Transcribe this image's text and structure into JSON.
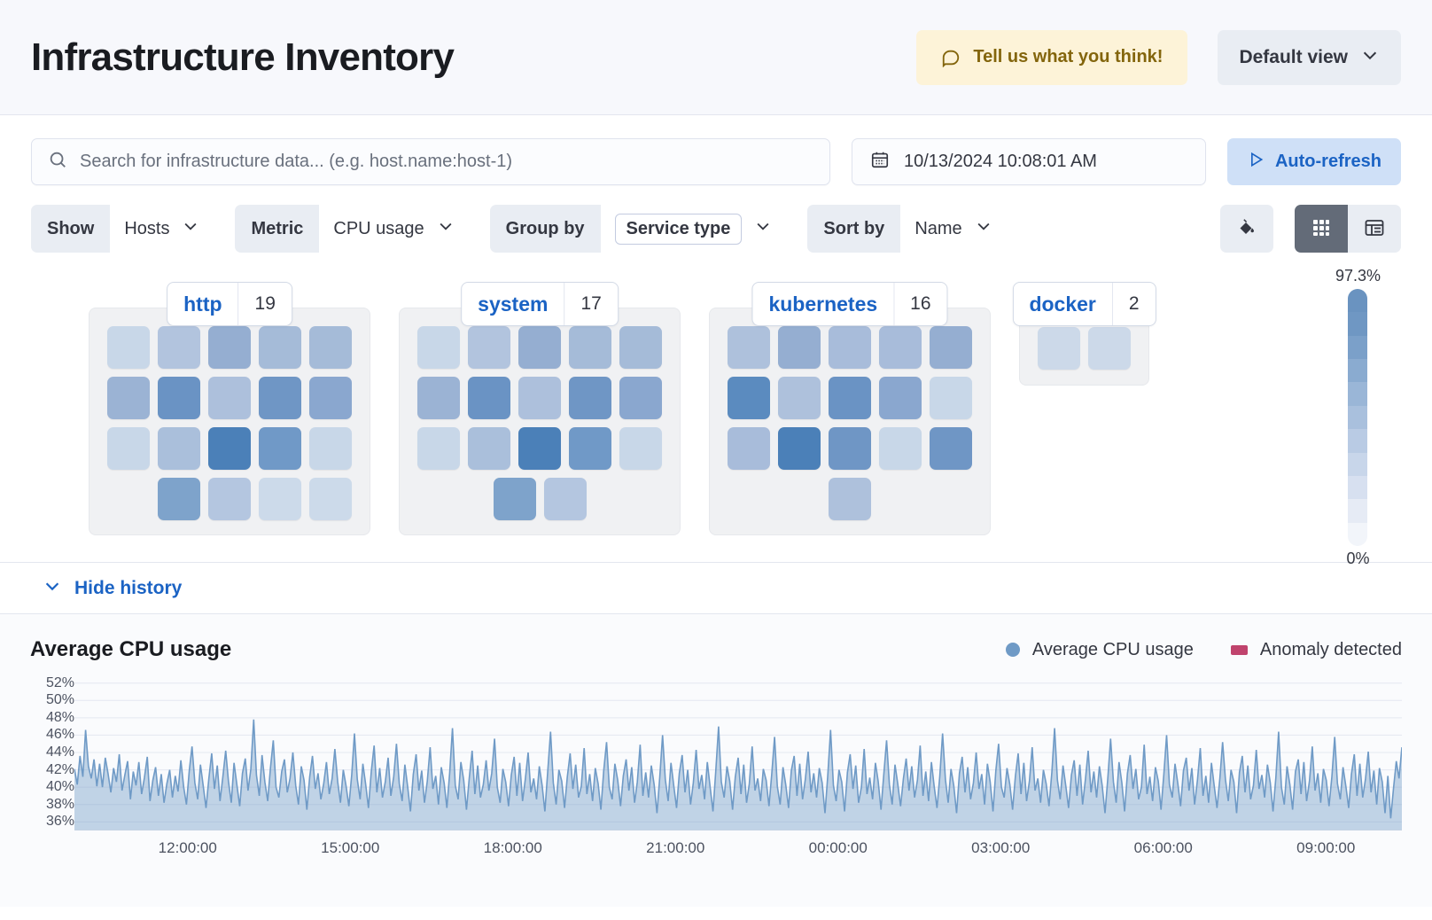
{
  "header": {
    "title": "Infrastructure Inventory",
    "feedback_label": "Tell us what you think!",
    "feedback_icon": "comment-icon",
    "view_label": "Default view",
    "view_icon": "chevron-down-icon"
  },
  "search": {
    "placeholder": "Search for infrastructure data... (e.g. host.name:host-1)",
    "value": "",
    "icon": "search-icon"
  },
  "datepicker": {
    "value": "10/13/2024 10:08:01 AM",
    "icon": "calendar-icon"
  },
  "refresh": {
    "label": "Auto-refresh",
    "icon": "play-icon"
  },
  "filters": [
    {
      "label": "Show",
      "value": "Hosts",
      "boxed": false,
      "icon": "chevron-down-icon"
    },
    {
      "label": "Metric",
      "value": "CPU usage",
      "boxed": false,
      "icon": "chevron-down-icon"
    },
    {
      "label": "Group by",
      "value": "Service type",
      "boxed": true,
      "icon": "chevron-down-icon"
    },
    {
      "label": "Sort by",
      "value": "Name",
      "boxed": false,
      "icon": "chevron-down-icon"
    }
  ],
  "view_controls": {
    "palette_icon": "color-fill-icon",
    "grid_icon": "grid-view-icon",
    "table_icon": "table-view-icon",
    "active": "grid"
  },
  "legend": {
    "max": "97.3%",
    "min": "0%",
    "colors": [
      "#6a93c0",
      "#6f97c3",
      "#7ba0c9",
      "#8aabd0",
      "#9ab6d7",
      "#a9c0dd",
      "#b9cbe4",
      "#c8d6ea",
      "#d7e0f0",
      "#e6ebf5",
      "#f2f5fa"
    ]
  },
  "groups": [
    {
      "name": "http",
      "count": "19",
      "rows": [
        {
          "align": "start",
          "cells": [
            "#c8d7e8",
            "#b2c4de",
            "#95aed1",
            "#a5bbd8",
            "#a5bbd8"
          ]
        },
        {
          "align": "start",
          "cells": [
            "#9bb3d4",
            "#6a93c4",
            "#adc0dc",
            "#6f96c5",
            "#8aa7cf"
          ]
        },
        {
          "align": "start",
          "cells": [
            "#c8d7e8",
            "#aabfdb",
            "#4b80b8",
            "#7099c7",
            "#c8d7e8"
          ]
        },
        {
          "align": "end",
          "cells": [
            "#7ea3cb",
            "#b4c6e0",
            "#ccdaea",
            "#ccdaea"
          ]
        }
      ]
    },
    {
      "name": "system",
      "count": "17",
      "rows": [
        {
          "align": "start",
          "cells": [
            "#c8d7e8",
            "#b2c4de",
            "#95aed1",
            "#a5bbd8",
            "#a5bbd8"
          ]
        },
        {
          "align": "start",
          "cells": [
            "#9bb3d4",
            "#6a93c4",
            "#adc0dc",
            "#6f96c5",
            "#8aa7cf"
          ]
        },
        {
          "align": "start",
          "cells": [
            "#c8d7e8",
            "#aabfdb",
            "#4b80b8",
            "#7099c7",
            "#c8d7e8"
          ]
        },
        {
          "align": "center",
          "cells": [
            "#7ea3cb",
            "#b4c6e0"
          ]
        }
      ]
    },
    {
      "name": "kubernetes",
      "count": "16",
      "rows": [
        {
          "align": "start",
          "cells": [
            "#aec1dc",
            "#95aed1",
            "#a8bcda",
            "#a8bcda",
            "#95aed1"
          ]
        },
        {
          "align": "start",
          "cells": [
            "#5b8bbf",
            "#aec1dc",
            "#6a93c4",
            "#8aa7cf",
            "#c8d7e8"
          ]
        },
        {
          "align": "start",
          "cells": [
            "#a8bcda",
            "#4b80b8",
            "#6f96c5",
            "#c8d7e8",
            "#6f96c5"
          ]
        },
        {
          "align": "center",
          "cells": [
            "#aec1dc"
          ]
        }
      ]
    },
    {
      "name": "docker",
      "count": "2",
      "rows": [
        {
          "align": "center",
          "cells": [
            "#ccd9e9",
            "#ccd9e9"
          ]
        }
      ]
    }
  ],
  "history": {
    "toggle_label": "Hide history",
    "toggle_icon": "chevron-down-icon"
  },
  "chart_data": {
    "type": "area",
    "title": "Average CPU usage",
    "xlabel": "",
    "ylabel": "",
    "grid": true,
    "legend_position": "top-right",
    "legend": [
      {
        "name": "Average CPU usage",
        "color": "#6f9ac6",
        "marker": "dot"
      },
      {
        "name": "Anomaly detected",
        "color": "#c0436d",
        "marker": "square"
      }
    ],
    "ylim": [
      35,
      53
    ],
    "yticks": [
      "36%",
      "38%",
      "40%",
      "42%",
      "44%",
      "46%",
      "48%",
      "50%",
      "52%"
    ],
    "ytick_values": [
      36,
      38,
      40,
      42,
      44,
      46,
      48,
      50,
      52
    ],
    "xticks": [
      "12:00:00",
      "15:00:00",
      "18:00:00",
      "21:00:00",
      "00:00:00",
      "03:00:00",
      "06:00:00",
      "09:00:00"
    ],
    "series": [
      {
        "name": "Average CPU usage",
        "color": "#6f9ac6",
        "values": [
          42.1,
          40.3,
          43.6,
          41.2,
          46.6,
          42.4,
          41.0,
          43.2,
          40.1,
          42.7,
          40.0,
          43.4,
          41.6,
          39.4,
          42.2,
          40.6,
          43.8,
          39.6,
          41.4,
          43.0,
          38.6,
          41.8,
          40.2,
          42.9,
          39.2,
          41.1,
          43.5,
          38.4,
          40.8,
          42.3,
          39.0,
          41.5,
          38.2,
          40.4,
          42.0,
          38.8,
          41.3,
          39.5,
          43.1,
          40.0,
          38.0,
          41.9,
          44.7,
          40.5,
          38.6,
          42.6,
          40.1,
          37.6,
          41.0,
          43.9,
          39.8,
          42.5,
          38.4,
          41.2,
          44.2,
          40.7,
          38.2,
          42.8,
          40.3,
          37.8,
          41.6,
          43.3,
          39.6,
          42.1,
          47.8,
          41.4,
          39.0,
          43.7,
          40.6,
          38.4,
          42.2,
          45.4,
          40.0,
          38.8,
          41.8,
          43.2,
          39.4,
          41.0,
          44.0,
          40.2,
          38.0,
          42.4,
          40.8,
          37.4,
          41.2,
          43.6,
          39.8,
          41.6,
          38.6,
          40.4,
          42.9,
          39.2,
          41.0,
          44.4,
          40.6,
          38.2,
          42.0,
          40.1,
          37.8,
          41.4,
          46.2,
          40.9,
          38.6,
          42.7,
          40.3,
          37.6,
          41.8,
          44.8,
          39.4,
          42.2,
          38.8,
          40.6,
          43.4,
          39.0,
          41.2,
          45.0,
          40.4,
          38.4,
          42.6,
          40.0,
          37.2,
          41.5,
          43.8,
          39.6,
          41.9,
          38.2,
          40.7,
          44.6,
          39.8,
          41.3,
          38.0,
          42.3,
          40.5,
          37.6,
          41.7,
          46.8,
          40.2,
          38.6,
          42.9,
          40.8,
          37.4,
          41.1,
          44.2,
          39.2,
          42.5,
          38.8,
          40.3,
          43.1,
          39.6,
          41.6,
          45.6,
          40.0,
          38.2,
          42.1,
          40.6,
          37.8,
          41.4,
          43.5,
          39.0,
          42.8,
          38.4,
          40.9,
          44.0,
          39.4,
          41.0,
          38.6,
          42.4,
          40.2,
          37.2,
          41.8,
          46.4,
          40.5,
          38.0,
          42.0,
          40.7,
          37.6,
          41.2,
          43.9,
          39.8,
          42.6,
          38.8,
          40.1,
          44.5,
          39.2,
          41.5,
          38.4,
          42.2,
          40.4,
          37.4,
          41.9,
          45.2,
          40.0,
          38.6,
          42.7,
          40.8,
          37.8,
          41.3,
          43.2,
          39.6,
          42.3,
          38.2,
          40.6,
          44.9,
          39.0,
          41.7,
          38.8,
          42.5,
          40.3,
          37.0,
          41.1,
          46.0,
          40.9,
          38.4,
          42.8,
          40.2,
          37.6,
          41.6,
          43.7,
          39.4,
          42.0,
          38.0,
          40.5,
          44.3,
          39.8,
          41.4,
          38.6,
          42.9,
          40.0,
          37.2,
          41.8,
          47.0,
          40.6,
          38.8,
          42.4,
          40.7,
          37.4,
          41.2,
          43.4,
          39.2,
          42.6,
          38.2,
          40.4,
          44.7,
          39.6,
          41.0,
          38.4,
          42.1,
          40.8,
          37.8,
          41.5,
          45.8,
          40.1,
          38.0,
          42.3,
          40.3,
          37.6,
          41.9,
          43.6,
          39.0,
          42.7,
          38.6,
          40.9,
          44.1,
          39.4,
          41.6,
          38.8,
          42.2,
          40.5,
          37.0,
          41.3,
          46.6,
          40.2,
          38.4,
          42.0,
          40.6,
          37.2,
          41.7,
          43.8,
          39.8,
          42.5,
          38.2,
          40.0,
          44.4,
          39.2,
          41.1,
          38.6,
          42.8,
          40.7,
          37.4,
          41.4,
          45.4,
          40.3,
          38.0,
          42.6,
          40.4,
          37.8,
          41.0,
          43.3,
          39.6,
          42.4,
          38.8,
          40.8,
          44.8,
          39.0,
          41.8,
          38.4,
          42.9,
          40.1,
          37.6,
          41.2,
          46.2,
          40.9,
          38.2,
          42.1,
          40.2,
          37.0,
          41.6,
          43.5,
          39.4,
          42.3,
          38.6,
          40.5,
          44.0,
          39.8,
          41.5,
          38.0,
          42.7,
          40.6,
          37.2,
          41.9,
          45.0,
          40.0,
          38.8,
          42.2,
          40.3,
          37.4,
          41.3,
          43.9,
          39.2,
          42.8,
          38.4,
          40.7,
          44.6,
          39.6,
          41.0,
          38.2,
          42.0,
          40.4,
          37.8,
          41.7,
          46.8,
          40.8,
          38.6,
          42.5,
          40.1,
          37.6,
          41.4,
          43.1,
          39.0,
          42.6,
          38.0,
          40.9,
          44.2,
          39.4,
          41.8,
          38.8,
          42.4,
          40.2,
          37.0,
          41.1,
          45.6,
          40.6,
          38.2,
          42.9,
          40.5,
          37.2,
          41.6,
          43.7,
          39.8,
          42.1,
          38.6,
          40.0,
          44.9,
          39.2,
          41.2,
          38.4,
          42.3,
          40.7,
          37.4,
          41.5,
          46.0,
          40.3,
          38.8,
          42.7,
          40.4,
          37.8,
          41.9,
          43.4,
          39.6,
          42.2,
          38.0,
          40.8,
          44.5,
          39.0,
          41.3,
          38.2,
          42.8,
          40.1,
          37.6,
          41.0,
          45.2,
          40.9,
          38.4,
          42.0,
          40.6,
          37.0,
          41.7,
          43.6,
          39.4,
          42.5,
          38.6,
          40.2,
          44.3,
          39.8,
          41.4,
          38.8,
          42.6,
          40.5,
          37.2,
          41.1,
          46.4,
          40.0,
          38.0,
          42.4,
          40.3,
          37.4,
          41.8,
          43.2,
          39.2,
          42.9,
          38.4,
          40.7,
          44.7,
          39.6,
          41.6,
          38.2,
          42.1,
          40.8,
          37.8,
          41.2,
          45.8,
          40.4,
          38.6,
          42.3,
          40.1,
          37.6,
          41.5,
          43.8,
          39.0,
          42.7,
          38.8,
          40.9,
          44.1,
          39.4,
          41.9,
          38.0,
          42.2,
          40.6,
          37.0,
          41.3,
          36.4,
          39.8,
          43.0,
          41.0,
          44.6
        ]
      }
    ],
    "anomalies": []
  }
}
